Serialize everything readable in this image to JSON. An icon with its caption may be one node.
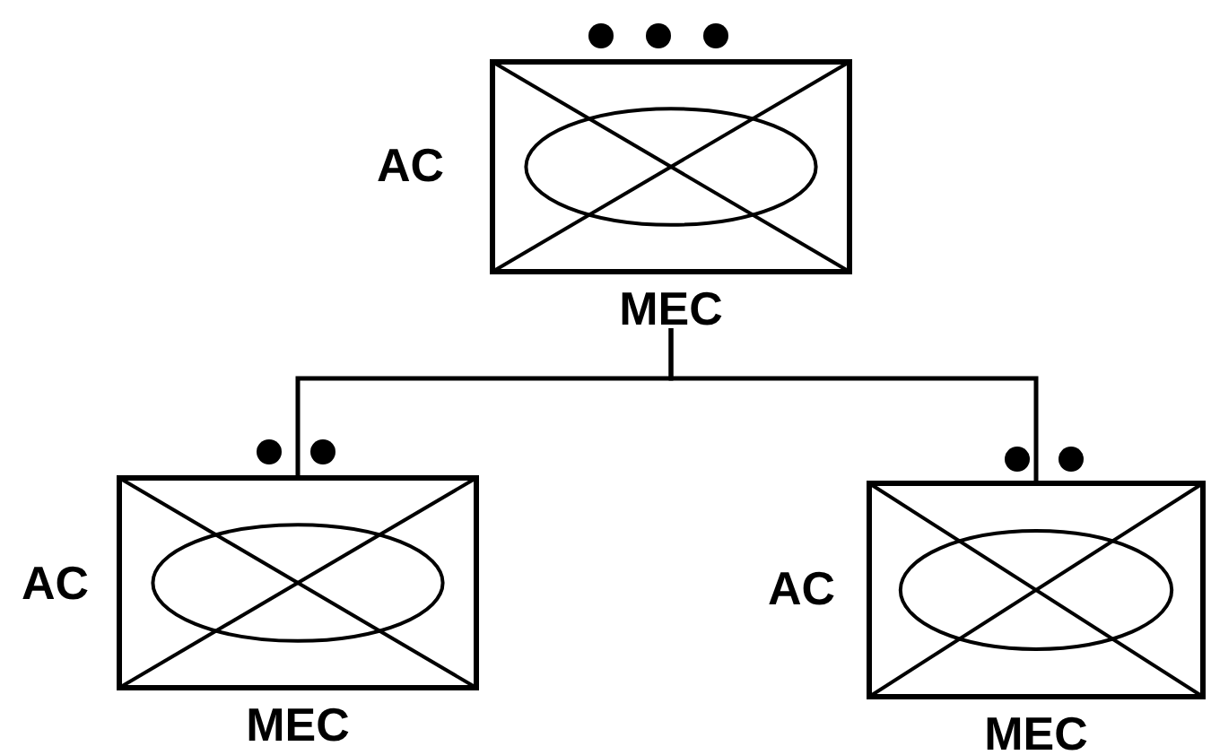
{
  "diagram": {
    "nodes": [
      {
        "text": [
          "MEC"
        ],
        "beside": [
          "AC"
        ]
      },
      {
        "text": [
          "MEC"
        ],
        "beside": [
          "AC"
        ]
      },
      {
        "text": [
          "MEC"
        ],
        "beside": [
          "AC"
        ]
      }
    ],
    "edges": [
      {
        "from": 0,
        "to": 1,
        "arrow": "none"
      },
      {
        "from": 0,
        "to": 2,
        "arrow": "none"
      }
    ]
  }
}
